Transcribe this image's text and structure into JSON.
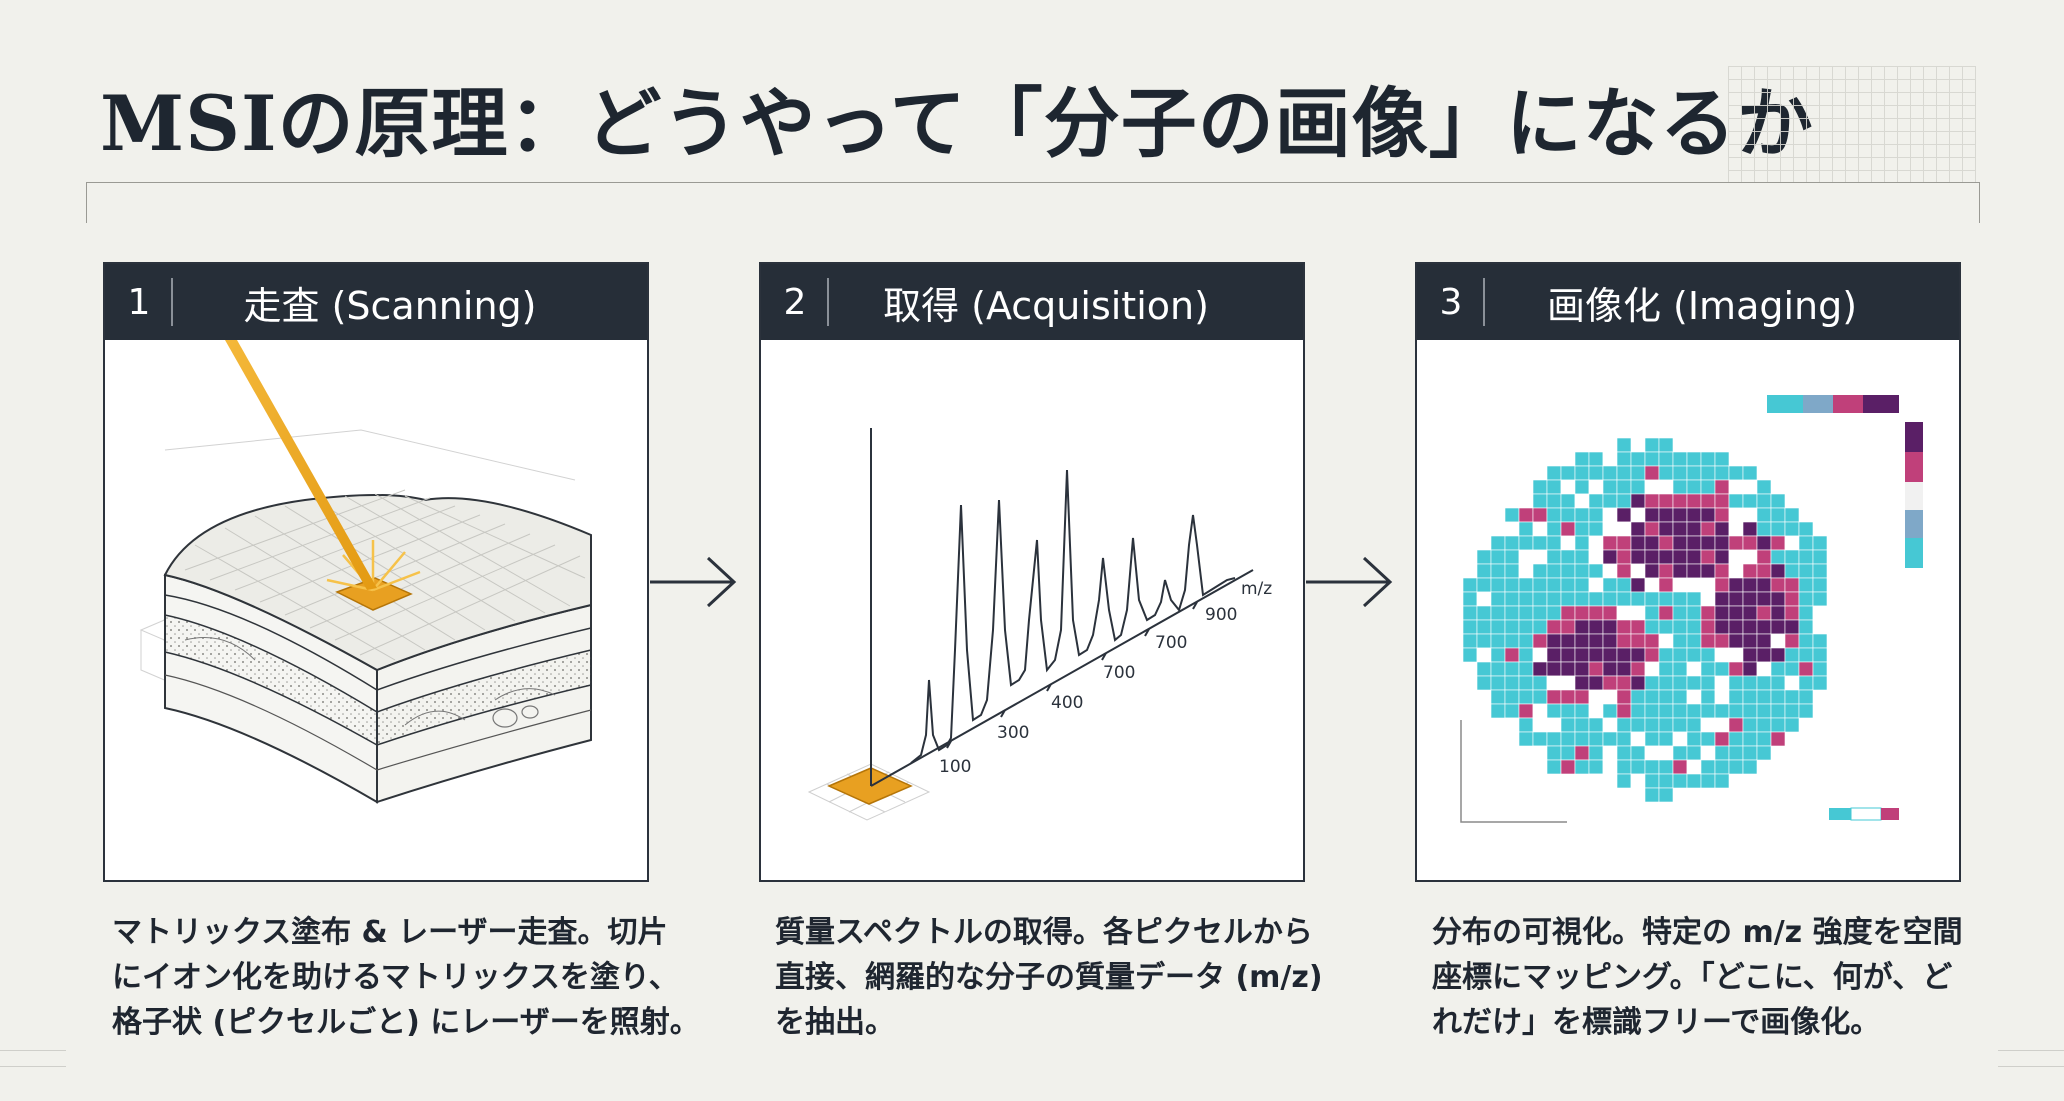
{
  "title": "MSIの原理：どうやって「分子の画像」になるか",
  "panels": [
    {
      "num": "1",
      "title": "走査 (Scanning)"
    },
    {
      "num": "2",
      "title": "取得 (Acquisition)"
    },
    {
      "num": "3",
      "title": "画像化 (Imaging)"
    }
  ],
  "spectrum": {
    "axis_label": "m/z",
    "ticks": [
      "100",
      "300",
      "400",
      "700",
      "700",
      "900"
    ]
  },
  "captions": [
    [
      "マトリックス塗布 & レーザー走査。切片",
      "にイオン化を助けるマトリックスを塗り、",
      "格子状 (ピクセルごと) にレーザーを照射。"
    ],
    [
      "質量スペクトルの取得。各ピクセルから",
      "直接、網羅的な分子の質量データ (m/z)",
      "を抽出。"
    ],
    [
      "分布の可視化。特定の m/z 強度を空間",
      "座標にマッピング。「どこに、何が、ど",
      "れだけ」を標識フリーで画像化。"
    ]
  ],
  "colors": {
    "dark": "#262e38",
    "laser": "#e8a021",
    "cyan": "#46c8d4",
    "magenta": "#c0407a",
    "purple": "#5a1f66"
  }
}
